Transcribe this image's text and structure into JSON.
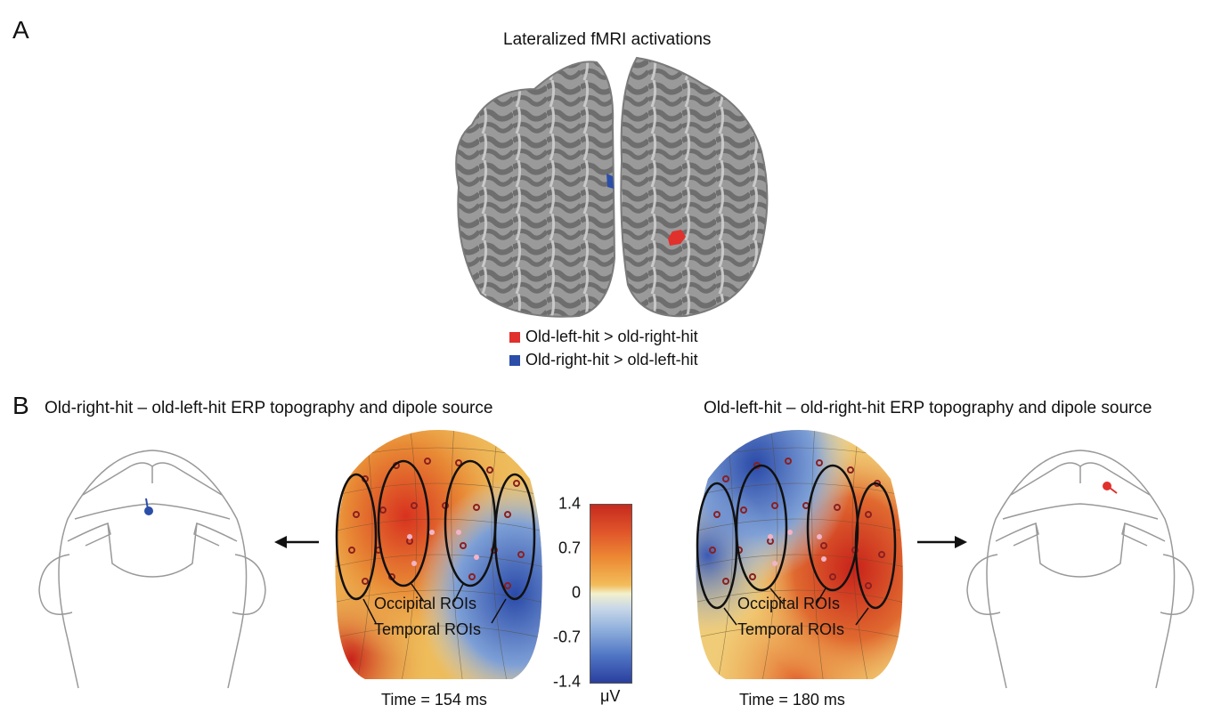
{
  "panel_a": {
    "letter": "A",
    "title": "Lateralized fMRI activations",
    "legend": [
      {
        "label": "Old-left-hit > old-right-hit",
        "color": "#e0312d"
      },
      {
        "label": "Old-right-hit > old-left-hit",
        "color": "#2b4ea8"
      }
    ]
  },
  "panel_b": {
    "letter": "B",
    "left": {
      "title": "Old-right-hit – old-left-hit ERP topography and dipole source",
      "time": "Time = 154 ms",
      "dipole_color": "#2b4ea8",
      "occipital_label": "Occipital ROIs",
      "temporal_label": "Temporal ROIs"
    },
    "right": {
      "title": "Old-left-hit – old-right-hit ERP topography and dipole source",
      "time": "Time = 180 ms",
      "dipole_color": "#e0312d",
      "occipital_label": "Occipital ROIs",
      "temporal_label": "Temporal ROIs"
    },
    "colorbar": {
      "ticks": [
        "1.4",
        "0.7",
        "0",
        "-0.7",
        "-1.4"
      ],
      "unit": "μV"
    }
  }
}
